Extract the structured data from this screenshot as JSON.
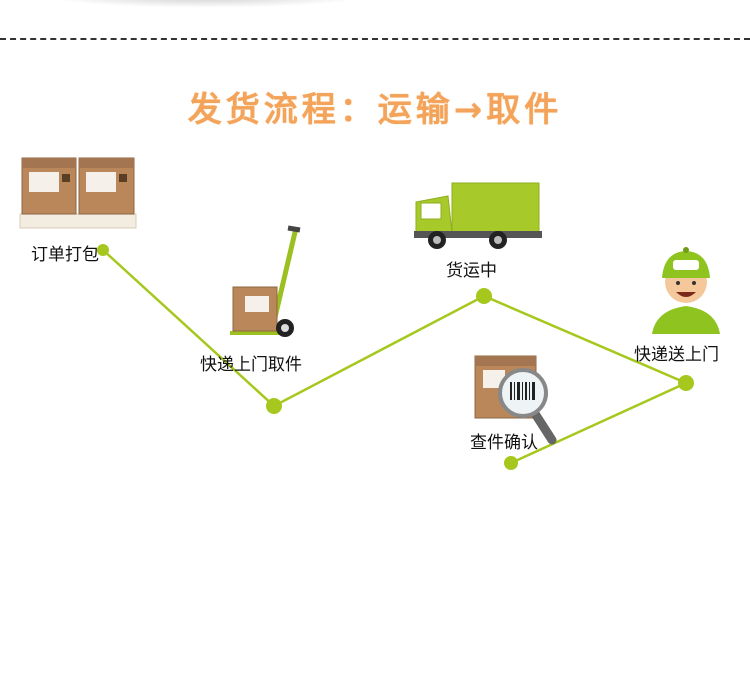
{
  "title": "发货流程：运输→取件",
  "steps": [
    {
      "id": "pack",
      "label": "订单打包",
      "icon": "boxes-on-pallet-icon"
    },
    {
      "id": "pickup",
      "label": "快递上门取件",
      "icon": "hand-truck-icon"
    },
    {
      "id": "transit",
      "label": "货运中",
      "icon": "truck-icon"
    },
    {
      "id": "verify",
      "label": "查件确认",
      "icon": "barcode-magnifier-icon"
    },
    {
      "id": "deliver",
      "label": "快递送上门",
      "icon": "courier-icon"
    }
  ],
  "colors": {
    "title": "#f3a45a",
    "path": "#a6c81e",
    "box": "#b9875a",
    "truck": "#a7c92a",
    "courier_cap": "#8fc31f"
  }
}
